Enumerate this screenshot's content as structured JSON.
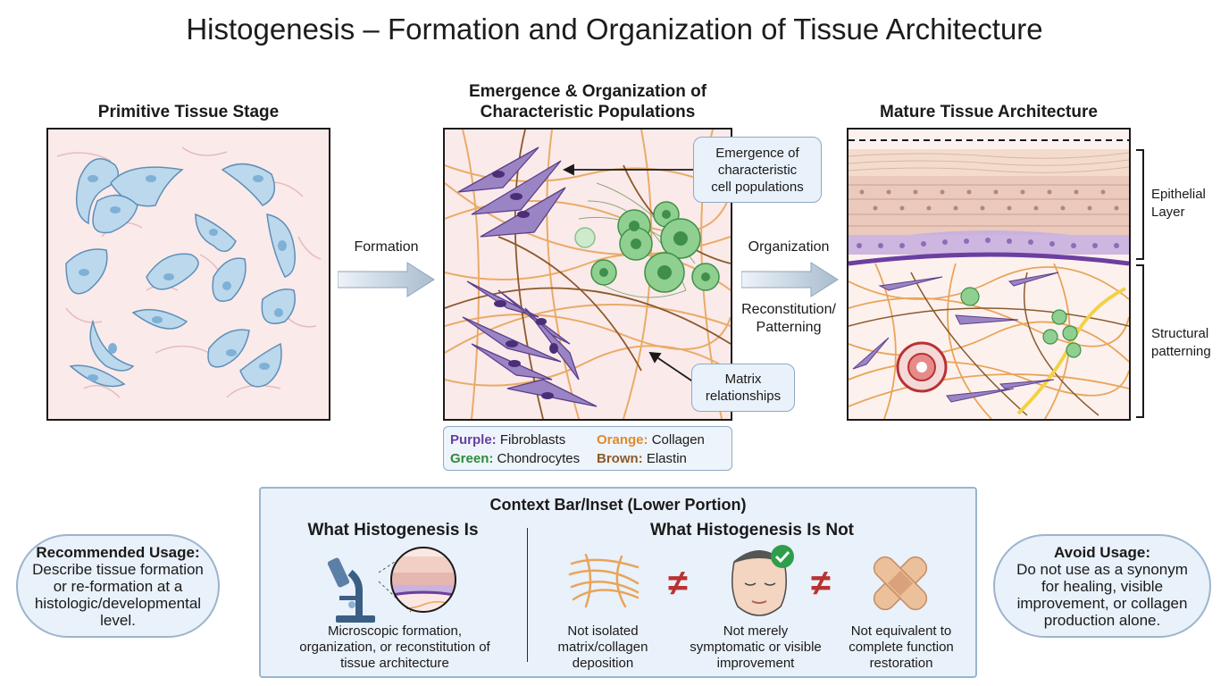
{
  "title": "Histogenesis – Formation and Organization of Tissue Architecture",
  "panels": {
    "primitive": {
      "title": "Primitive Tissue Stage"
    },
    "emergence": {
      "title_line1": "Emergence & Organization of",
      "title_line2": "Characteristic Populations"
    },
    "mature": {
      "title": "Mature Tissue Architecture"
    }
  },
  "arrows": {
    "formation": "Formation",
    "organization": "Organization",
    "reconstitution_line1": "Reconstitution/",
    "reconstitution_line2": "Patterning"
  },
  "callouts": {
    "emergence": [
      "Emergence of",
      "characteristic",
      "cell populations"
    ],
    "matrix": [
      "Matrix",
      "relationships"
    ]
  },
  "legend": [
    {
      "key": "Purple:",
      "label": "Fibroblasts",
      "color": "#6b3fa0"
    },
    {
      "key": "Orange:",
      "label": "Collagen",
      "color": "#e08a2c"
    },
    {
      "key": "Green:",
      "label": "Chondrocytes",
      "color": "#2e8b3a"
    },
    {
      "key": "Brown:",
      "label": "Elastin",
      "color": "#8b5a2b"
    }
  ],
  "brackets": {
    "epithelial": [
      "Epithelial",
      "Layer"
    ],
    "structural": [
      "Structural",
      "patterning"
    ]
  },
  "context": {
    "title": "Context Bar/Inset (Lower Portion)",
    "is_title": "What Histogenesis Is",
    "is_caption": [
      "Microscopic formation,",
      "organization, or reconstitution of",
      "tissue architecture"
    ],
    "not_title": "What Histogenesis Is Not",
    "not_items": [
      [
        "Not isolated",
        "matrix/collagen",
        "deposition"
      ],
      [
        "Not merely",
        "symptomatic or visible",
        "improvement"
      ],
      [
        "Not equivalent to",
        "complete function",
        "restoration"
      ]
    ],
    "neq_symbol": "≠"
  },
  "recommended": {
    "title": "Recommended Usage:",
    "lines": [
      "Describe tissue formation",
      "or re-formation at a",
      "histologic/developmental",
      "level."
    ]
  },
  "avoid": {
    "title": "Avoid Usage:",
    "lines": [
      "Do not use as a synonym",
      "for healing, visible",
      "improvement, or collagen",
      "production alone."
    ]
  },
  "colors": {
    "cell_blue": "#bcd8ec",
    "fibroblast": "#9b84c4",
    "chondrocyte": "#8fcf8f",
    "collagen": "#e8a55a",
    "elastin": "#8b5a2b",
    "panel_bg": "#fbeaea",
    "inset_bg": "#e9f1fa"
  },
  "icons": [
    "microscope-icon",
    "magnified-tissue-icon",
    "collagen-fibers-icon",
    "face-check-icon",
    "bandage-icon"
  ]
}
